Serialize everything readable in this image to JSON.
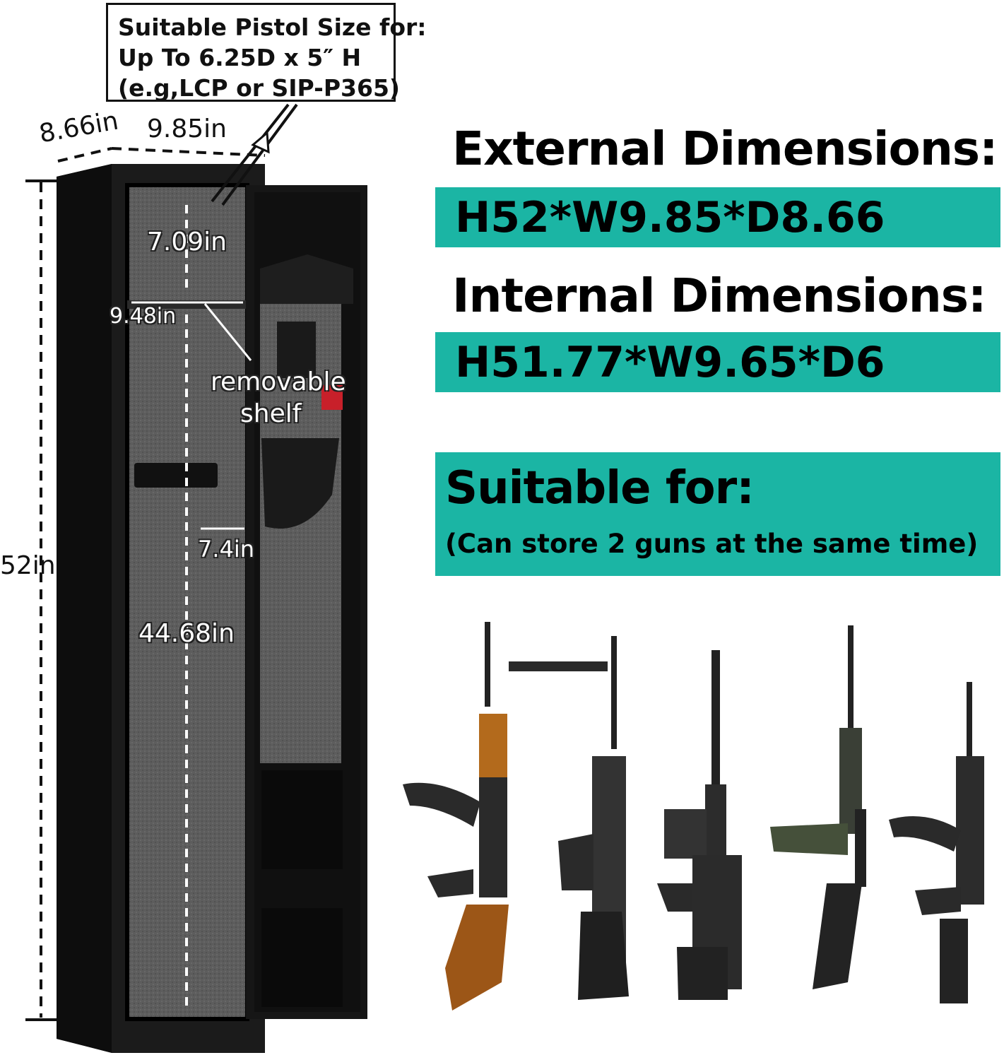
{
  "callout": {
    "line1": "Suitable Pistol Size for:",
    "line2": "Up To 6.25D x 5″ H",
    "line3": "(e.g,LCP or SIP-P365)"
  },
  "dimensions": {
    "depth_top": "8.66in",
    "width_top": "9.85in",
    "height_total": "52in",
    "top_compartment": "7.09in",
    "shelf_width": "9.48in",
    "shelf_label": "removable",
    "shelf_label2": "shelf",
    "barrel_gap": "7.4in",
    "lower_compartment": "44.68in"
  },
  "external": {
    "heading": "External Dimensions:",
    "value": "H52*W9.85*D8.66"
  },
  "internal": {
    "heading": "Internal Dimensions:",
    "value": "H51.77*W9.65*D6"
  },
  "suitable": {
    "heading": "Suitable for:",
    "note": "(Can store 2 guns at the same time)"
  },
  "colors": {
    "accent_band": "#1bb5a4",
    "safe_body": "#151515",
    "carpet": "#5b5b5b"
  }
}
